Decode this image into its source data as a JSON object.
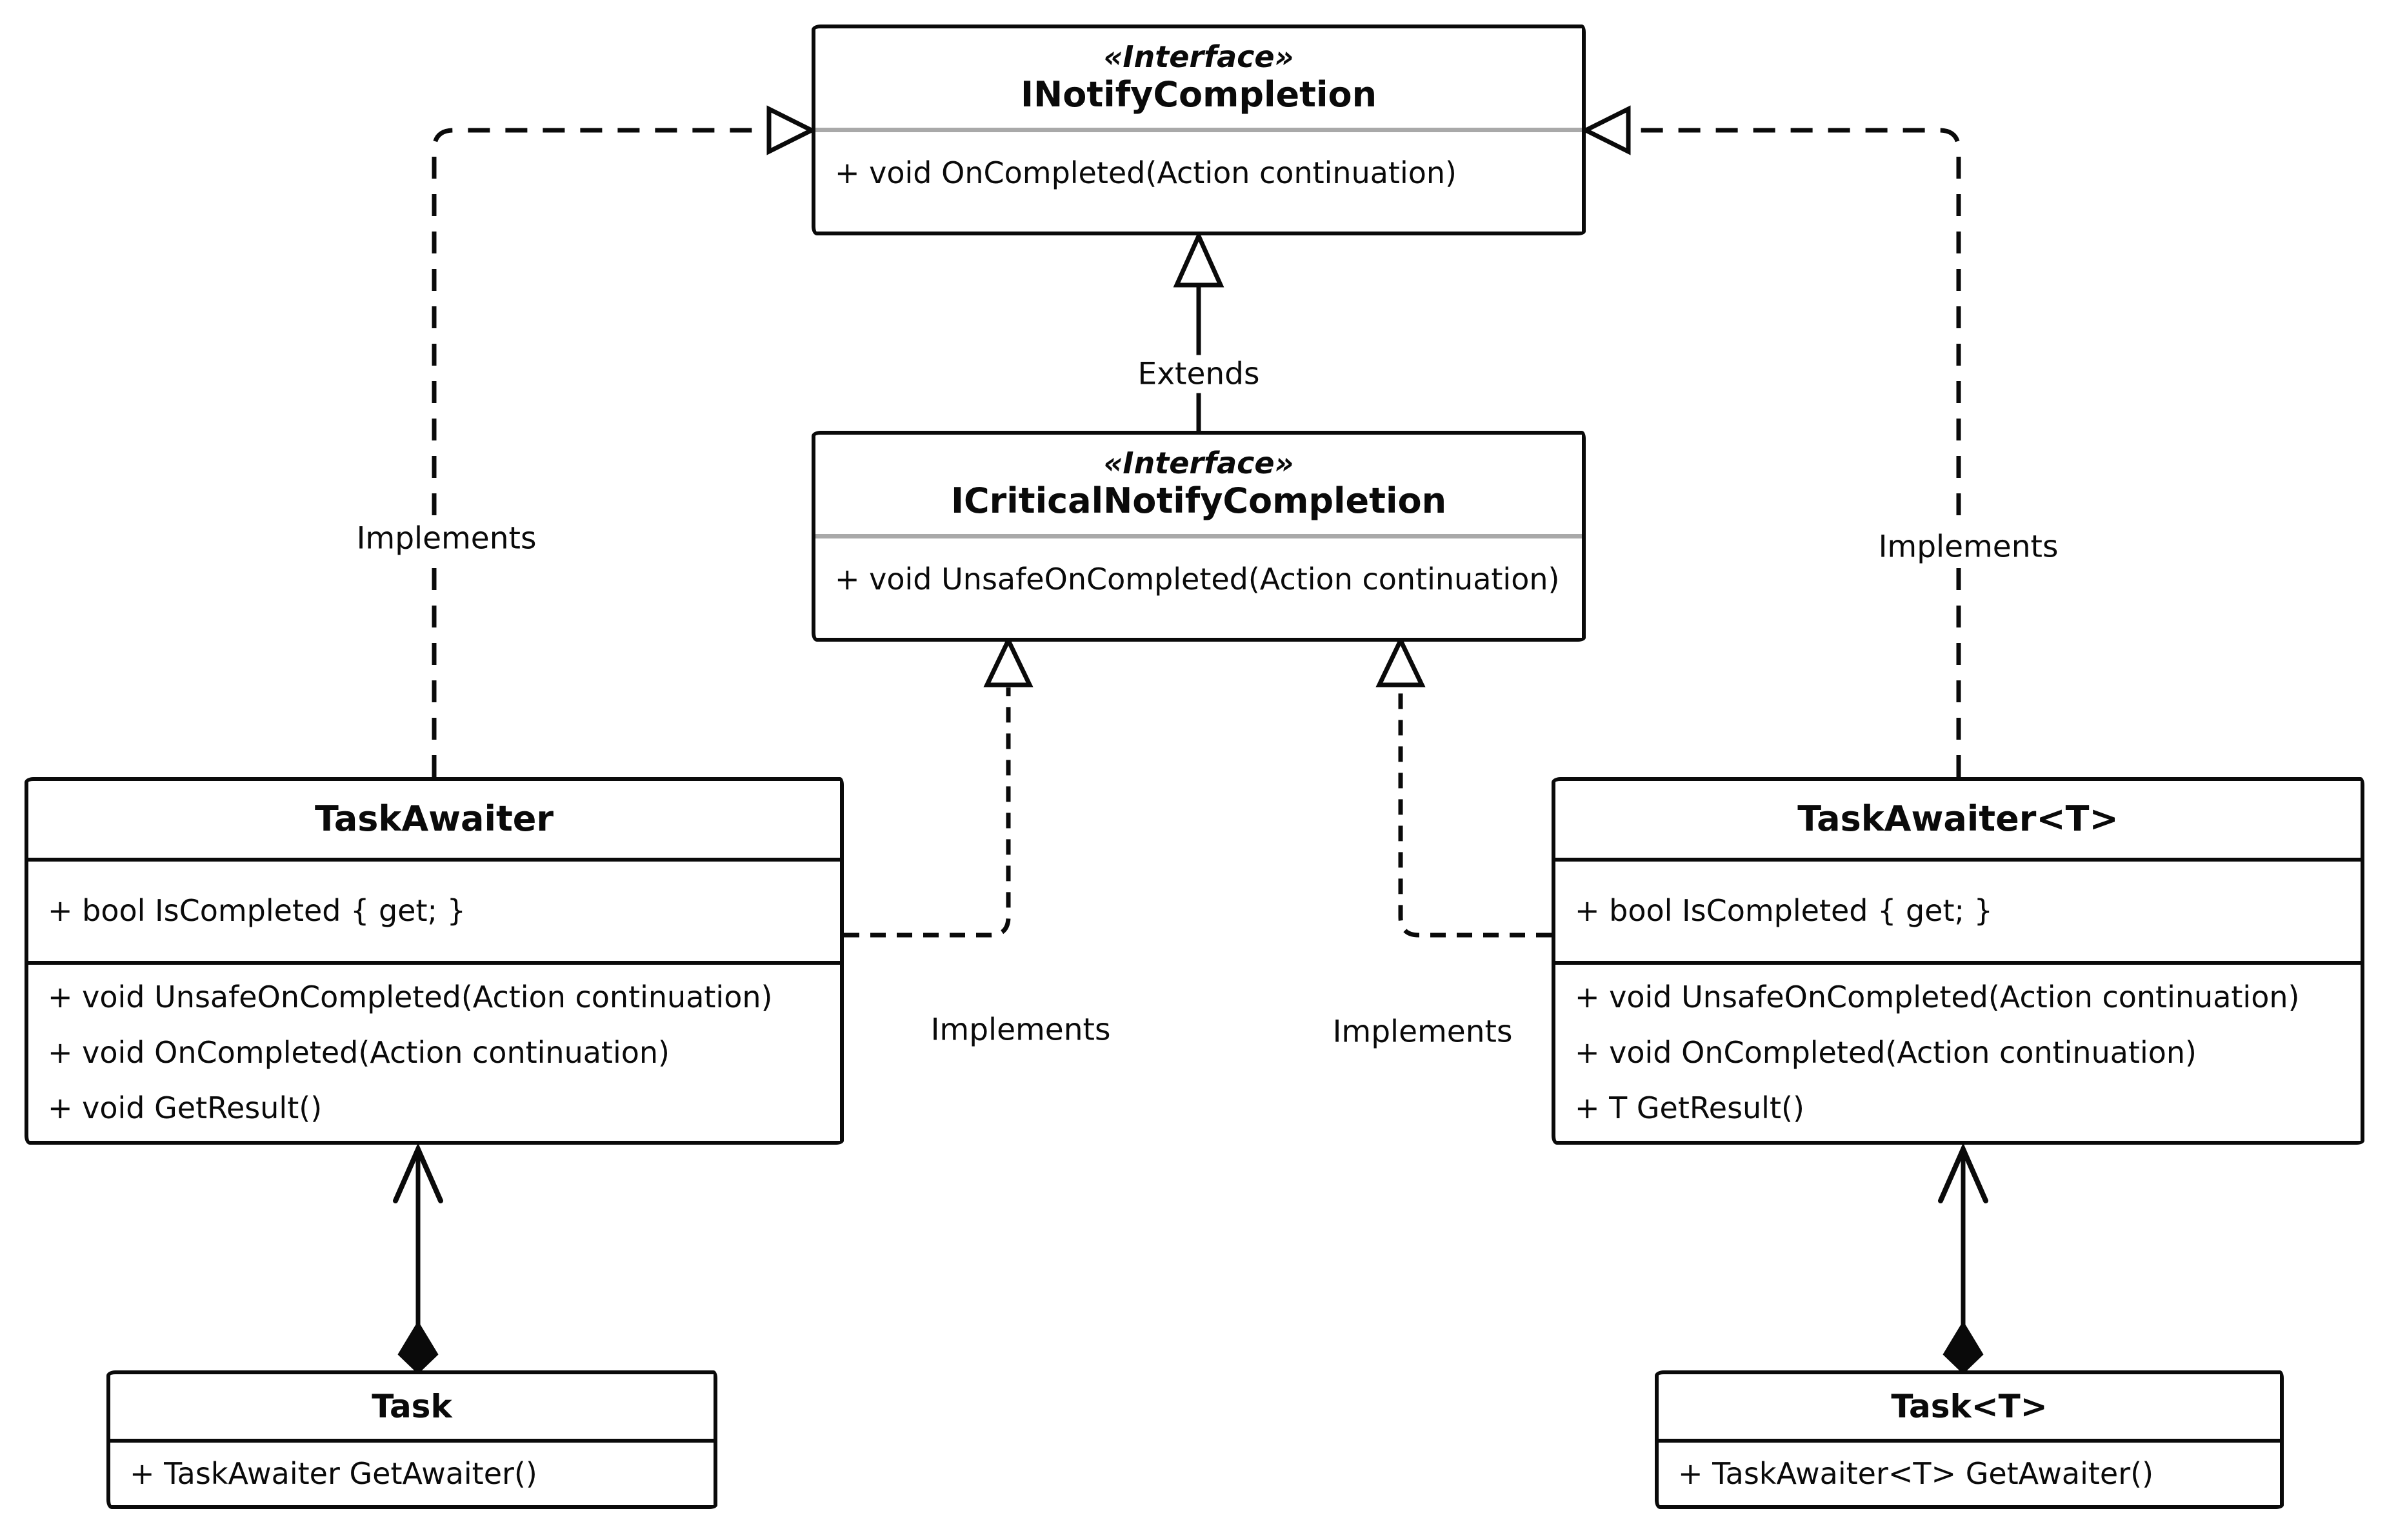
{
  "diagram_title": "C# Task awaiter UML class diagram",
  "colors": {
    "background": "#ffffff",
    "stroke": "#0a0a0a",
    "interface_separator_gray": "#a9a9a9"
  },
  "classes": {
    "inotify": {
      "stereotype": "«Interface»",
      "name": "INotifyCompletion",
      "methods": [
        "+ void OnCompleted(Action continuation)"
      ]
    },
    "icritical": {
      "stereotype": "«Interface»",
      "name": "ICriticalNotifyCompletion",
      "methods": [
        "+ void UnsafeOnCompleted(Action continuation)"
      ]
    },
    "taskawaiter": {
      "name": "TaskAwaiter",
      "attributes": [
        "+ bool IsCompleted { get; }"
      ],
      "methods": [
        "+ void UnsafeOnCompleted(Action continuation)",
        "+ void OnCompleted(Action continuation)",
        "+ void GetResult()"
      ]
    },
    "taskawaiter_t": {
      "name": "TaskAwaiter<T>",
      "attributes": [
        "+ bool IsCompleted { get; }"
      ],
      "methods": [
        "+ void UnsafeOnCompleted(Action continuation)",
        "+ void OnCompleted(Action continuation)",
        "+ T GetResult()"
      ]
    },
    "task": {
      "name": "Task",
      "methods": [
        "+ TaskAwaiter GetAwaiter()"
      ]
    },
    "task_t": {
      "name": "Task<T>",
      "methods": [
        "+ TaskAwaiter<T> GetAwaiter()"
      ]
    }
  },
  "connector_labels": {
    "extends": "Extends",
    "impl_outer_left": "Implements",
    "impl_outer_right": "Implements",
    "impl_inner_left": "Implements",
    "impl_inner_right": "Implements"
  },
  "relationships": [
    {
      "from": "ICriticalNotifyCompletion",
      "to": "INotifyCompletion",
      "type": "generalization",
      "label": "Extends"
    },
    {
      "from": "TaskAwaiter",
      "to": "INotifyCompletion",
      "type": "realization",
      "label": "Implements"
    },
    {
      "from": "TaskAwaiter<T>",
      "to": "INotifyCompletion",
      "type": "realization",
      "label": "Implements"
    },
    {
      "from": "TaskAwaiter",
      "to": "ICriticalNotifyCompletion",
      "type": "realization",
      "label": "Implements"
    },
    {
      "from": "TaskAwaiter<T>",
      "to": "ICriticalNotifyCompletion",
      "type": "realization",
      "label": "Implements"
    },
    {
      "from": "Task",
      "to": "TaskAwaiter",
      "type": "composition-arrow",
      "label": ""
    },
    {
      "from": "Task<T>",
      "to": "TaskAwaiter<T>",
      "type": "composition-arrow",
      "label": ""
    }
  ]
}
